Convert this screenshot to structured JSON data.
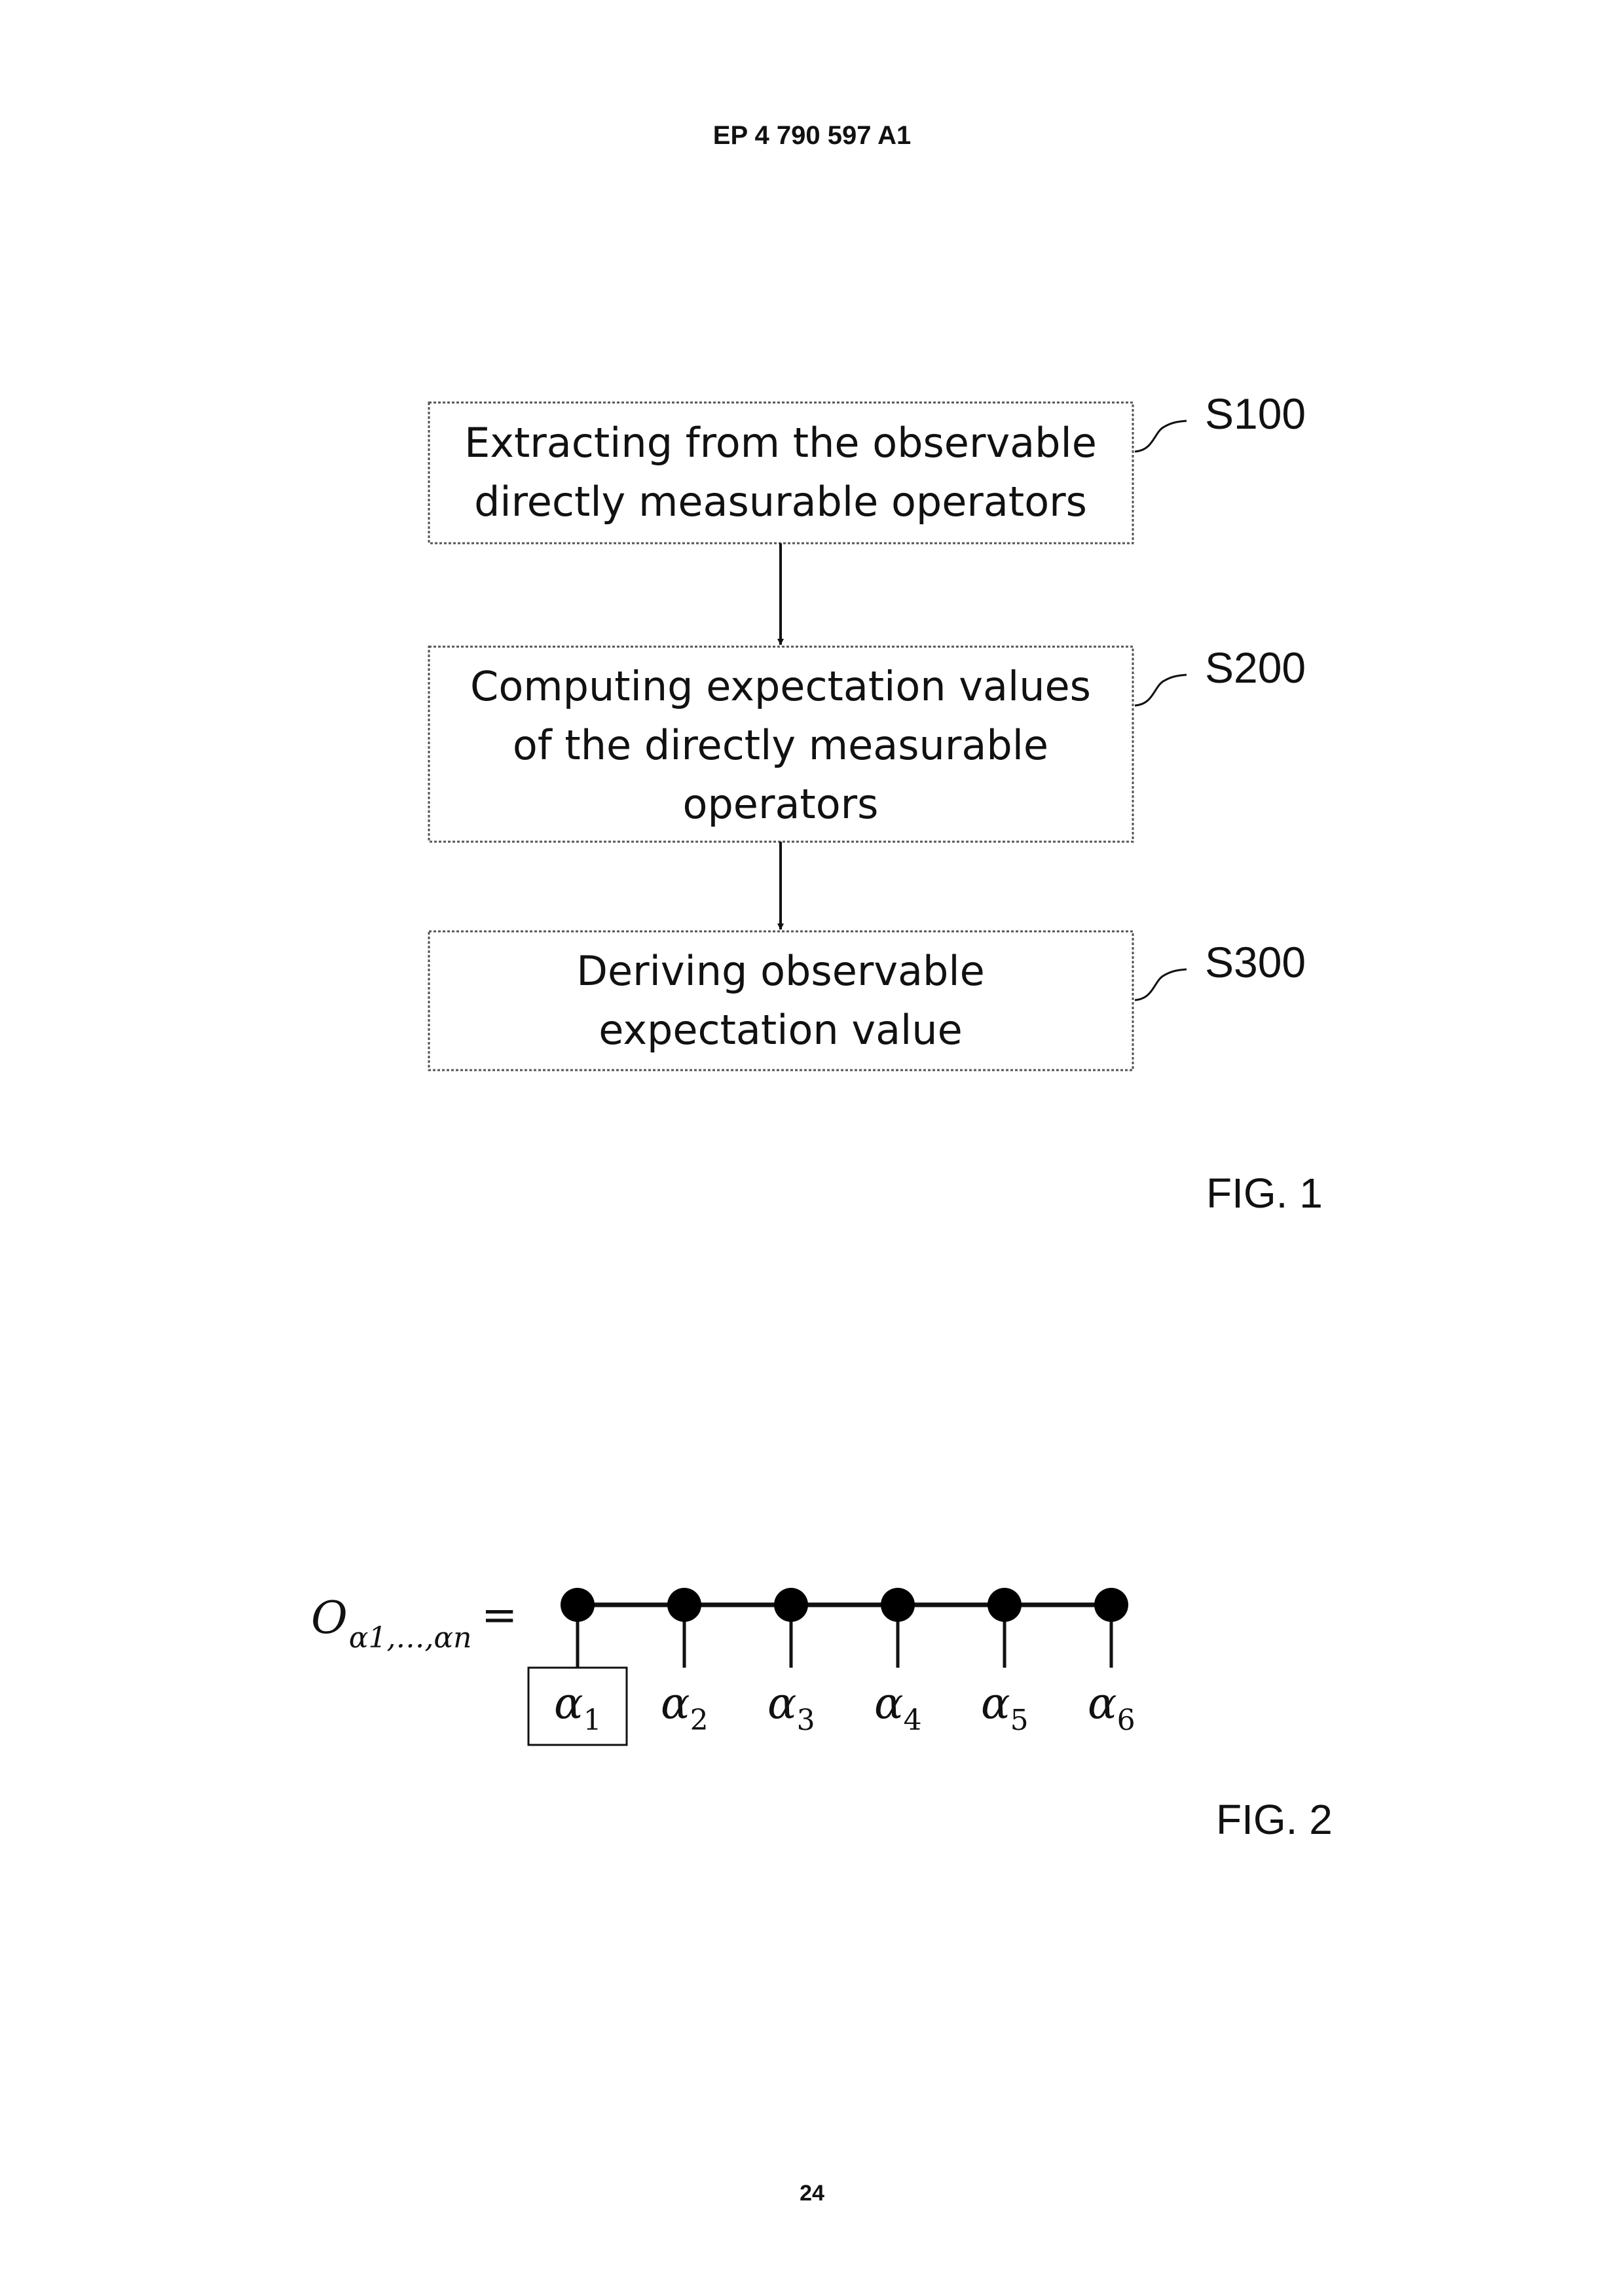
{
  "header": "EP 4 790 597 A1",
  "page_number": "24",
  "fig1": {
    "caption": "FIG. 1",
    "steps": [
      {
        "ref": "S100",
        "lines": [
          "Extracting from the observable",
          "directly measurable operators"
        ]
      },
      {
        "ref": "S200",
        "lines": [
          "Computing expectation values",
          "of the directly measurable",
          "operators"
        ]
      },
      {
        "ref": "S300",
        "lines": [
          "Deriving observable",
          "expectation value"
        ]
      }
    ]
  },
  "fig2": {
    "caption": "FIG. 2",
    "lhs": {
      "symbol": "O",
      "subscript": "α1,…,αn",
      "equals": "="
    },
    "sites": [
      {
        "symbol": "α",
        "index": "1",
        "boxed": true
      },
      {
        "symbol": "α",
        "index": "2",
        "boxed": false
      },
      {
        "symbol": "α",
        "index": "3",
        "boxed": false
      },
      {
        "symbol": "α",
        "index": "4",
        "boxed": false
      },
      {
        "symbol": "α",
        "index": "5",
        "boxed": false
      },
      {
        "symbol": "α",
        "index": "6",
        "boxed": false
      }
    ]
  }
}
